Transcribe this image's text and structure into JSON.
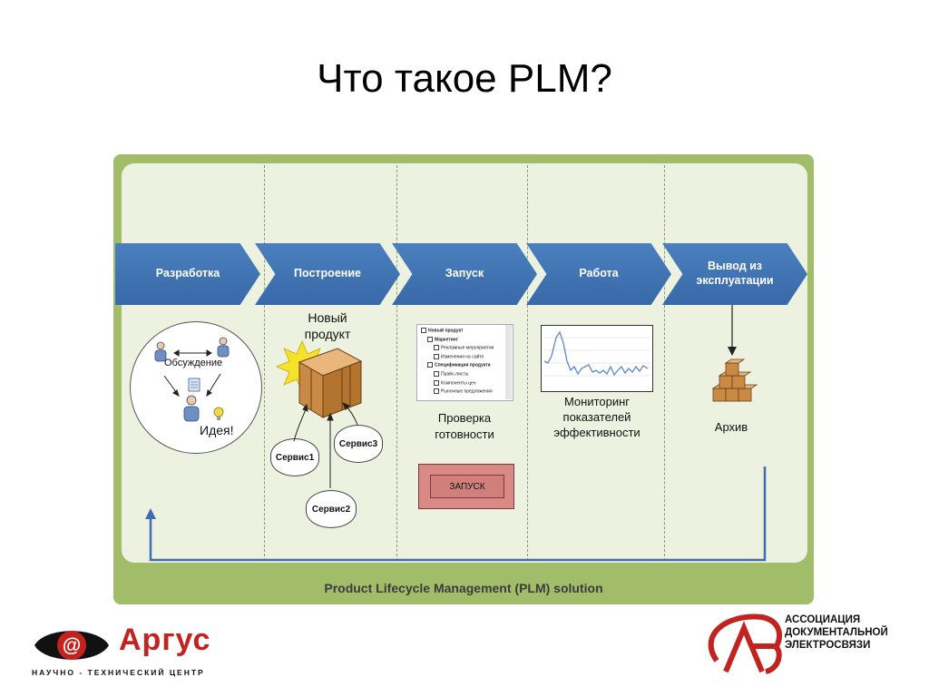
{
  "slide_title": "Что такое PLM?",
  "stages": [
    {
      "label": "Разработка"
    },
    {
      "label": "Построение"
    },
    {
      "label": "Запуск"
    },
    {
      "label": "Работа"
    },
    {
      "label": "Вывод из эксплуатации"
    }
  ],
  "development": {
    "discussion": "Обсуждение",
    "idea": "Идея!"
  },
  "build": {
    "product": "Новый продукт",
    "services": [
      "Сервис1",
      "Сервис2",
      "Сервис3"
    ]
  },
  "launch": {
    "checklist": [
      {
        "text": "Новый продукт",
        "level": 0,
        "bold": true
      },
      {
        "text": "Маркетинг",
        "level": 1,
        "bold": true
      },
      {
        "text": "Рекламные мероприятия",
        "level": 2,
        "bold": false
      },
      {
        "text": "Изменения на сайте",
        "level": 2,
        "bold": false
      },
      {
        "text": "Спецификация продукта",
        "level": 1,
        "bold": true
      },
      {
        "text": "Прайс-листы",
        "level": 2,
        "bold": false
      },
      {
        "text": "Компоненты цен",
        "level": 2,
        "bold": false
      },
      {
        "text": "Рыночные предложения",
        "level": 2,
        "bold": false
      }
    ],
    "readiness": "Проверка готовности",
    "button": "ЗАПУСК"
  },
  "operation": {
    "monitoring": "Мониторинг показателей эффективности"
  },
  "retire": {
    "archive": "Архив"
  },
  "footer": "Product Lifecycle Management (PLM) solution",
  "logos": {
    "argus_word": "Аргус",
    "argus_sub": "НАУЧНО - ТЕХНИЧЕСКИЙ ЦЕНТР",
    "assoc_lines": [
      "АССОЦИАЦИЯ",
      "ДОКУМЕНТАЛЬНОЙ",
      "ЭЛЕКТРОСВЯЗИ"
    ]
  },
  "colors": {
    "chevron": "#3e72b3",
    "frame": "#a2bd6a",
    "panel": "#ecf2df",
    "loop_arrow": "#3d6db4",
    "launch_button": "#d98a86",
    "logo_red": "#c2231f"
  }
}
